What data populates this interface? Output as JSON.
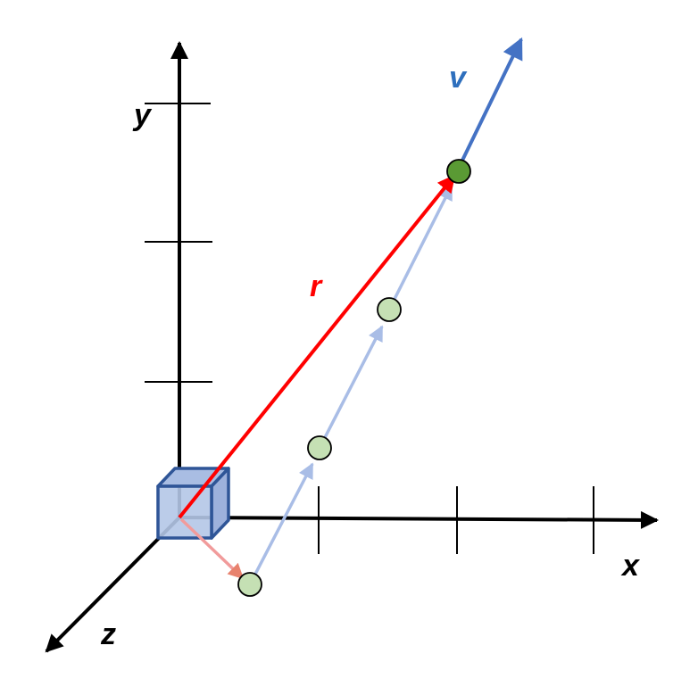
{
  "axes": {
    "x_label": "x",
    "y_label": "y",
    "z_label": "z"
  },
  "vectors": {
    "r_label": "r",
    "v_label": "v"
  },
  "colors": {
    "axis": "#000000",
    "position_vector": "#ff0000",
    "velocity_vector": "#4472c4",
    "trajectory": "#a9bde6",
    "displacement": "#f19b9b",
    "current_particle": "#5a9a34",
    "past_particle": "#c5e0b4",
    "cube_face": "#b4c7e7",
    "cube_edge": "#2f5597"
  }
}
